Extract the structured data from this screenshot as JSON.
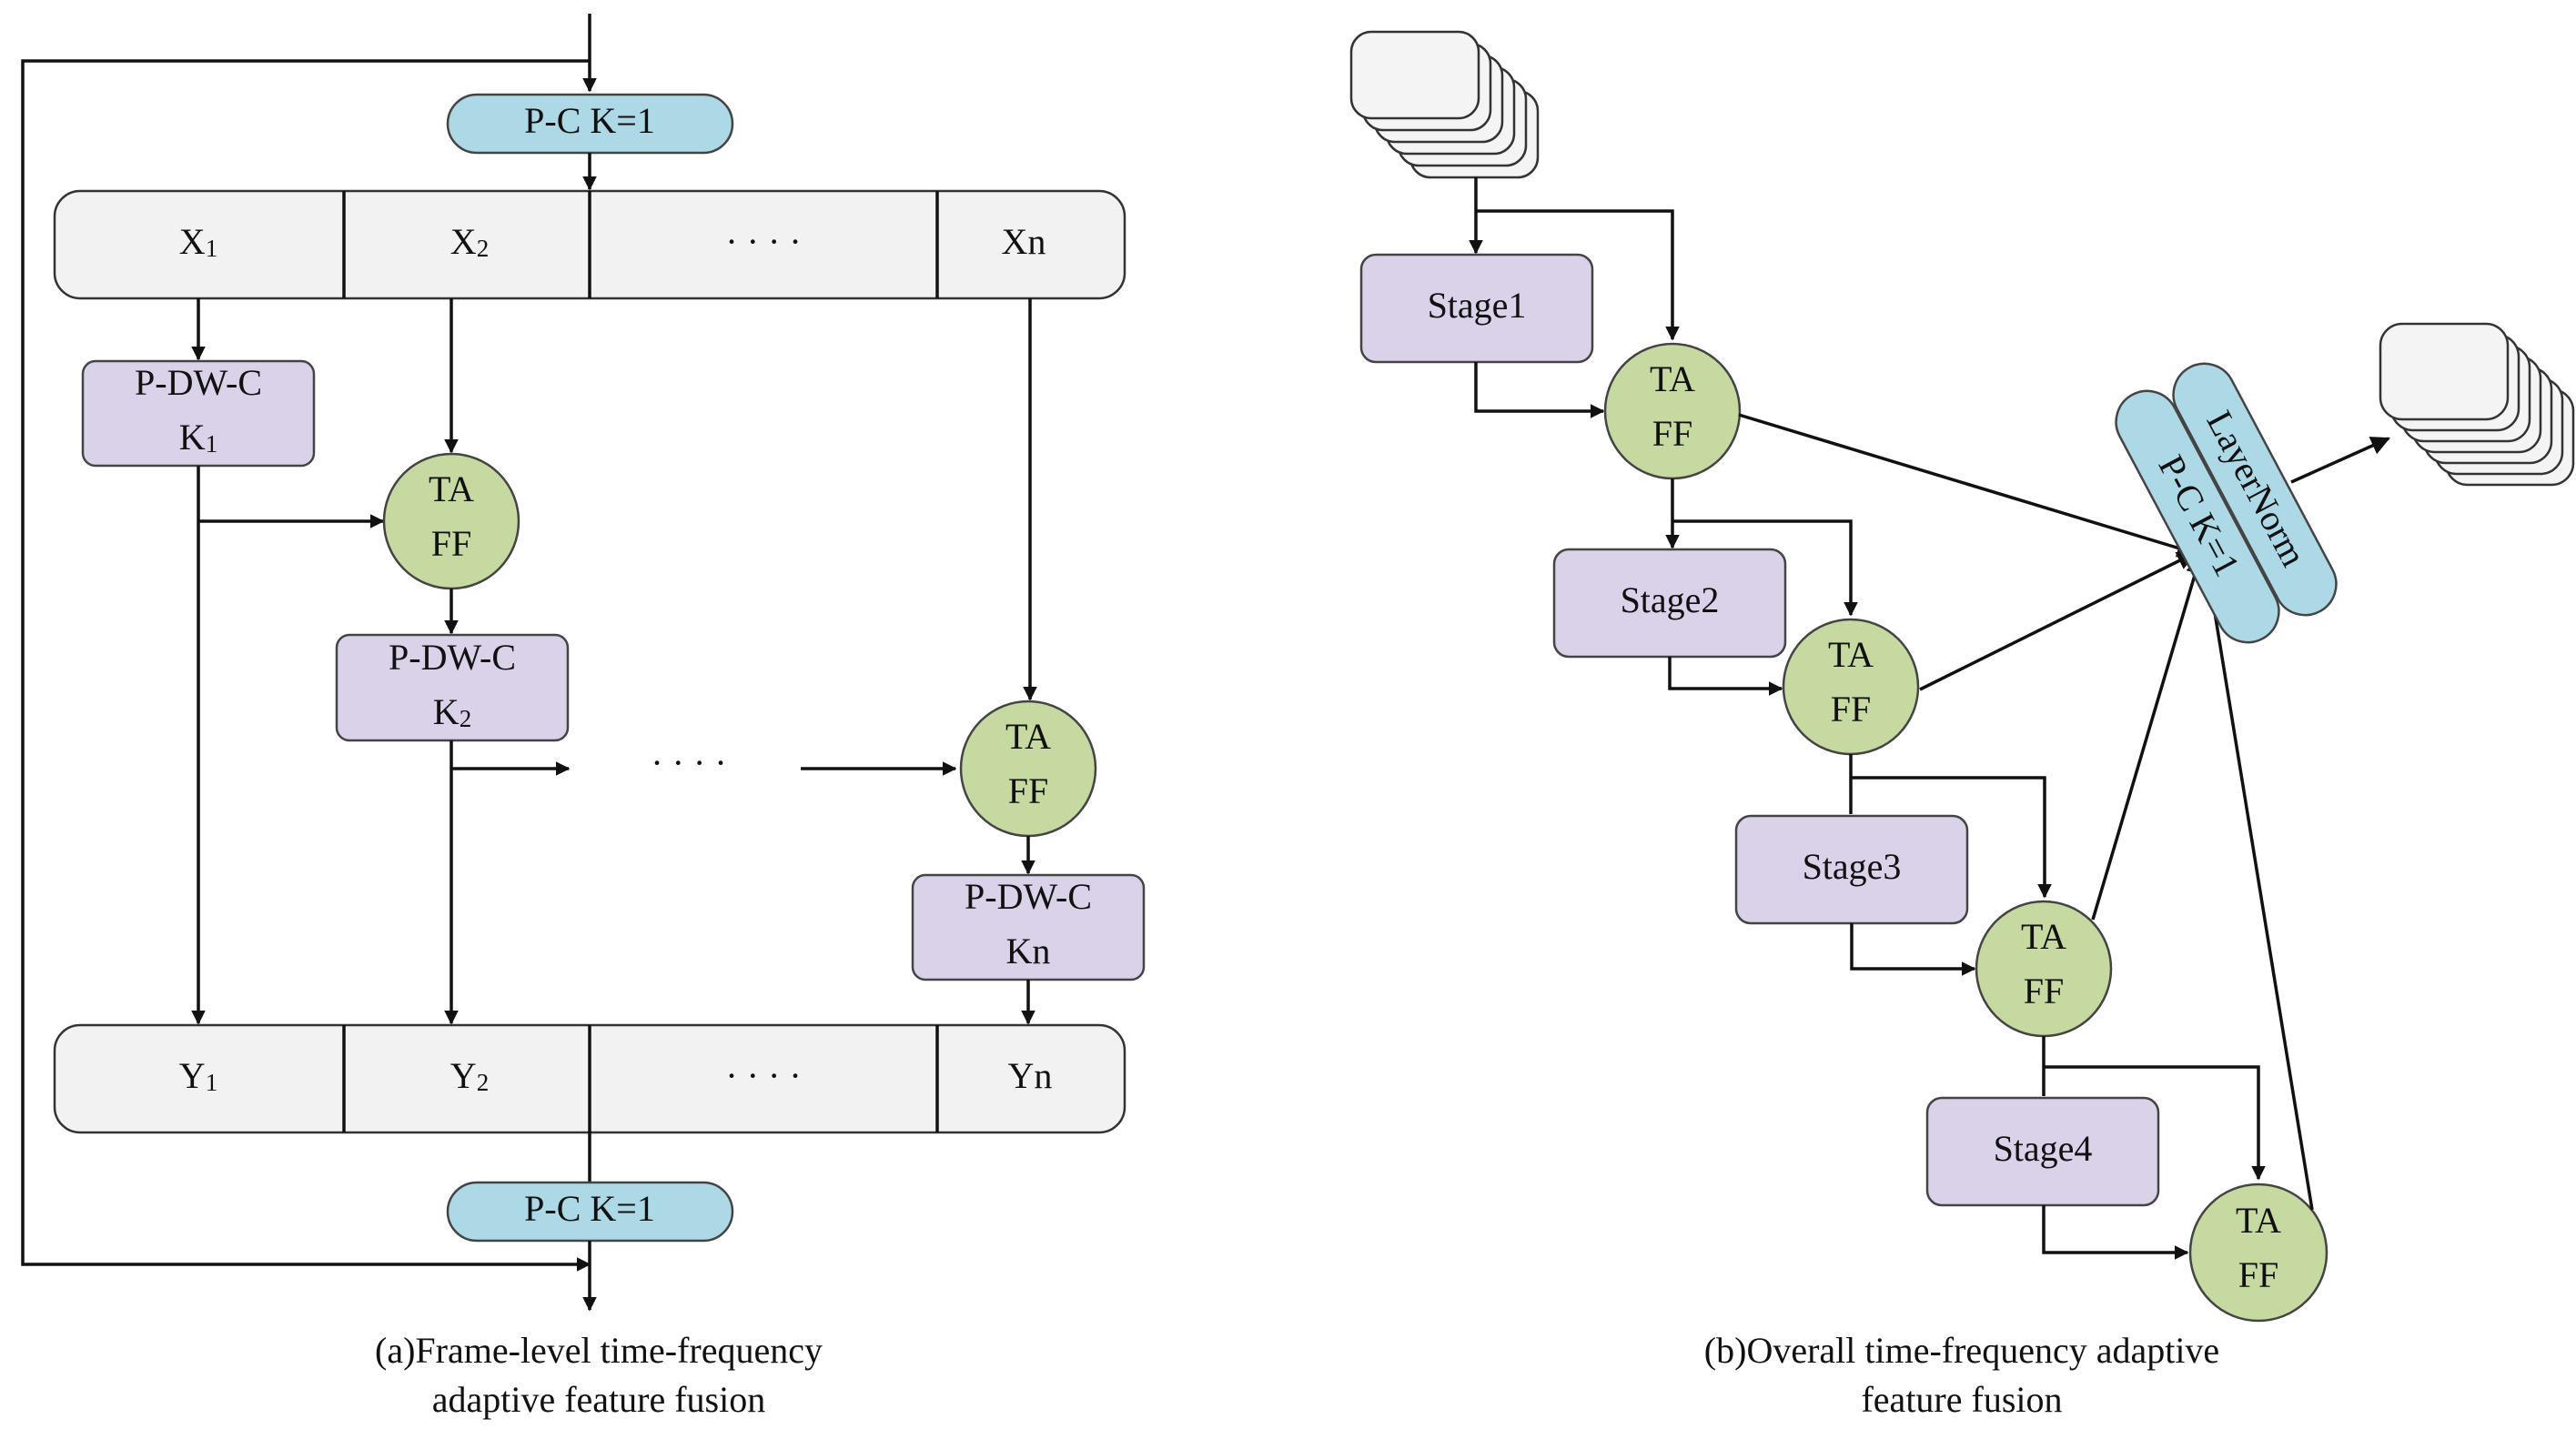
{
  "panel_a": {
    "pc_top": "P-C K=1",
    "pc_bottom": "P-C K=1",
    "x_row": [
      "X",
      "1",
      "X",
      "2",
      "· · · ·",
      "Xn"
    ],
    "y_row": [
      "Y",
      "1",
      "Y",
      "2",
      "· · · ·",
      "Yn"
    ],
    "dw1": [
      "P-DW-C",
      "K",
      "1"
    ],
    "dw2": [
      "P-DW-C",
      "K",
      "2"
    ],
    "dwn": [
      "P-DW-C",
      "Kn"
    ],
    "taff": [
      "TA",
      "FF"
    ],
    "mid_dots": "· · · ·",
    "caption": [
      "(a)Frame-level time-frequency",
      "adaptive feature fusion"
    ]
  },
  "panel_b": {
    "stages": [
      "Stage1",
      "Stage2",
      "Stage3",
      "Stage4"
    ],
    "taff": [
      "TA",
      "FF"
    ],
    "layernorm": "LayerNorm",
    "pc": "P-C K=1",
    "caption": [
      "(b)Overall time-frequency adaptive",
      "feature fusion"
    ]
  }
}
